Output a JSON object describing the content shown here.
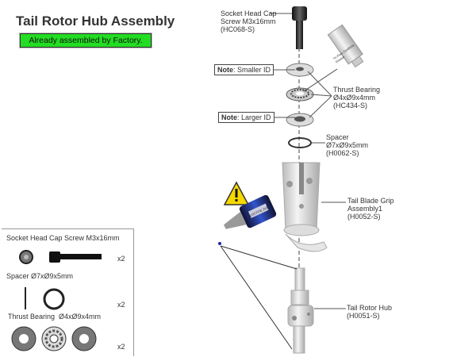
{
  "title": "Tail Rotor Hub Assembly",
  "badge": "Already assembled by Factory.",
  "badge_color": "#22dd22",
  "callouts": {
    "screw": [
      "Socket Head Cap",
      "Screw M3x16mm",
      "(HC068-S)"
    ],
    "note_smaller": {
      "bold": "Note",
      "text": ": Smaller ID"
    },
    "note_larger": {
      "bold": "Note",
      "text": ": Larger ID"
    },
    "bearing": [
      "Thrust Bearing",
      "Ø4xØ9x4mm",
      "(HC434-S)"
    ],
    "spacer": [
      "Spacer",
      "Ø7xØ9x5mm",
      "(H0062-S)"
    ],
    "grip": [
      "Tail Blade Grip",
      "Assembly1",
      "(H0052-S)"
    ],
    "hub": [
      "Tail Rotor Hub",
      "(H0051-S)"
    ]
  },
  "products": {
    "grease": "Tri-Flow Synthetic Grease",
    "threadlock": "LOCTITE 243"
  },
  "icons": {
    "warning": "warning-triangle-icon"
  },
  "parts_box": {
    "items": [
      {
        "label": "Socket Head Cap Screw M3x16mm",
        "qty": "x2"
      },
      {
        "label": "Spacer Ø7xØ9x5mm",
        "qty": "x2"
      },
      {
        "label": "Thrust Bearing  Ø4xØ9x4mm",
        "qty": "x2"
      }
    ]
  }
}
